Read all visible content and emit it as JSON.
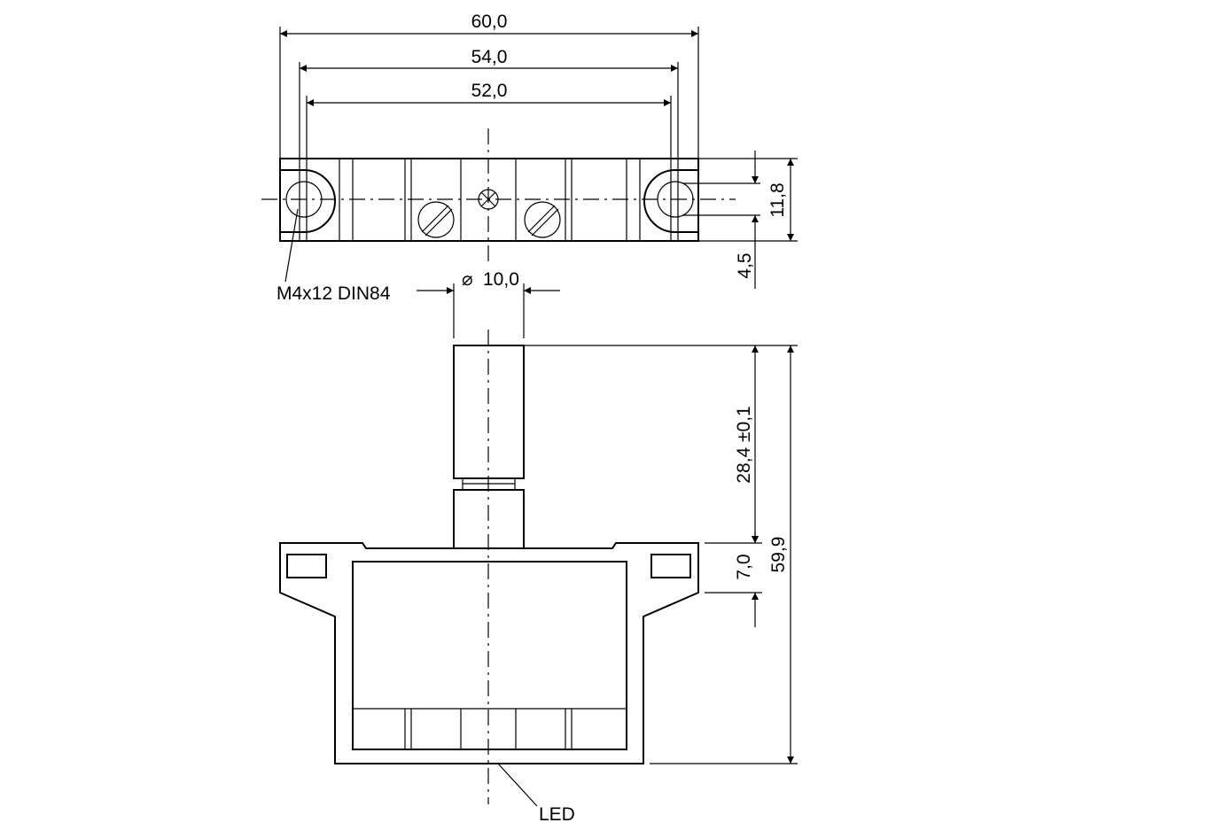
{
  "drawing": {
    "dimensions": {
      "width_total": "60,0",
      "width_outer_holes": "54,0",
      "width_inner_holes": "52,0",
      "height_top": "11,8",
      "offset_small": "4,5",
      "diameter": "10,0",
      "length_barrel": "28,4 ±0,1",
      "length_flange": "7,0",
      "length_total": "59,9"
    },
    "symbols": {
      "diameter": "⌀"
    },
    "callouts": {
      "screw": "M4x12 DIN84",
      "led": "LED"
    }
  }
}
